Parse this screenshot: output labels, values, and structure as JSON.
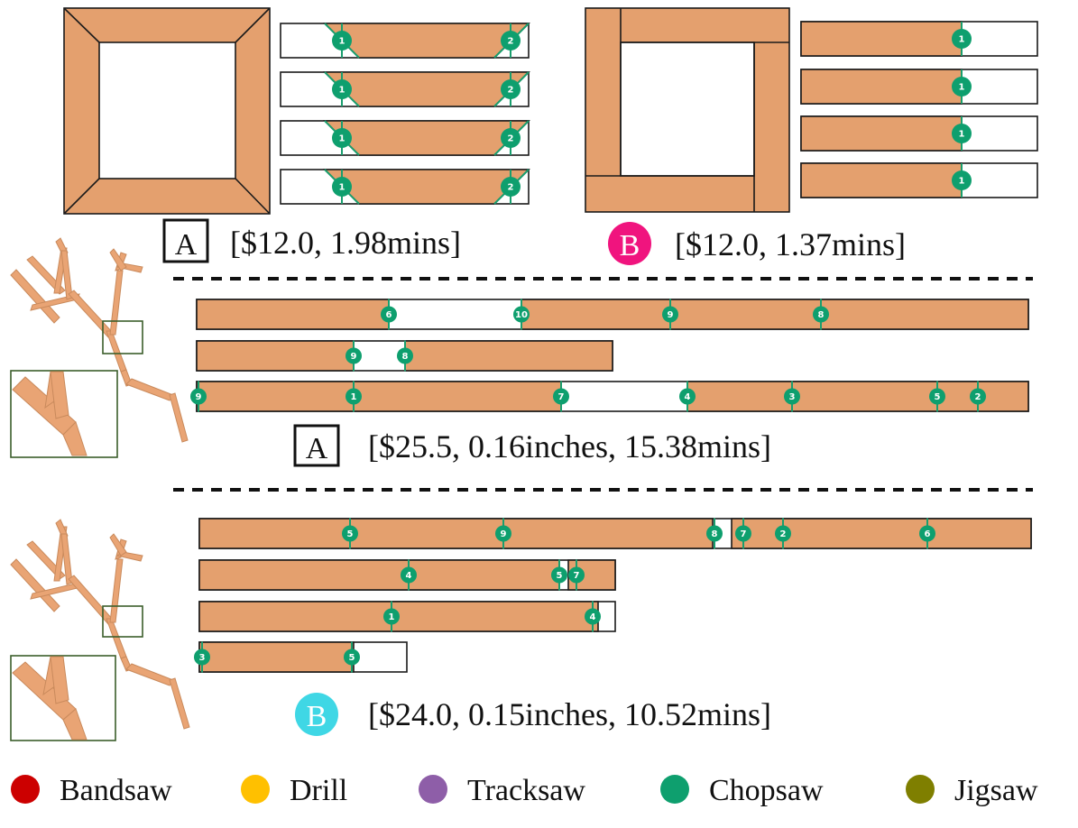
{
  "panel1": {
    "option_a": {
      "letter": "A",
      "summary": "[$12.0, 1.98mins]"
    },
    "option_b": {
      "letter": "B",
      "summary": "[$12.0, 1.37mins]",
      "badge_color": "#F0147E"
    },
    "a_cuts": [
      [
        "1",
        "2"
      ],
      [
        "1",
        "2"
      ],
      [
        "1",
        "2"
      ],
      [
        "1",
        "2"
      ]
    ],
    "b_cuts": [
      "1",
      "1",
      "1",
      "1"
    ]
  },
  "panel2": {
    "option": {
      "letter": "A",
      "summary": "[$25.5, 0.16inches, 15.38mins]"
    },
    "boards": [
      [
        "6",
        "10",
        "9",
        "8"
      ],
      [
        "9",
        "8"
      ],
      [
        "9",
        "1",
        "7",
        "4",
        "3",
        "5",
        "2"
      ]
    ]
  },
  "panel3": {
    "option": {
      "letter": "B",
      "summary": "[$24.0, 0.15inches, 10.52mins]",
      "badge_color": "#3FD7E5"
    },
    "boards": [
      [
        "5",
        "9",
        "8",
        "7",
        "2",
        "6"
      ],
      [
        "4",
        "5",
        "7"
      ],
      [
        "1",
        "4"
      ],
      [
        "3",
        "5"
      ]
    ]
  },
  "legend": [
    {
      "label": "Bandsaw",
      "color": "#CC0000"
    },
    {
      "label": "Drill",
      "color": "#FFC000"
    },
    {
      "label": "Tracksaw",
      "color": "#8E5EA8"
    },
    {
      "label": "Chopsaw",
      "color": "#0E9F6E"
    },
    {
      "label": "Jigsaw",
      "color": "#7F7F00"
    }
  ],
  "colors": {
    "wood": "#E4A06E",
    "cut_marker": "#0E9F6E",
    "zoom_box": "#3B5E2B"
  }
}
